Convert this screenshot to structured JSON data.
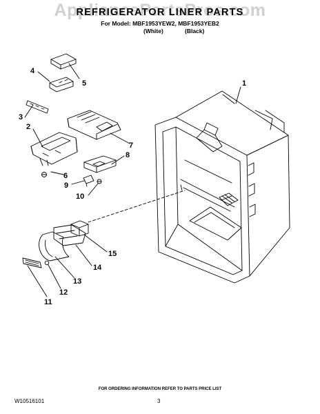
{
  "header": {
    "watermark": "AppliancePartsPros.com",
    "title": "REFRIGERATOR LINER PARTS",
    "model_line": "For Model: MBF1953YEW2, MBF1953YEB2",
    "variant_white": "(White)",
    "variant_black": "(Black)"
  },
  "callouts": [
    {
      "id": "1",
      "label": "1"
    },
    {
      "id": "2",
      "label": "2"
    },
    {
      "id": "3",
      "label": "3"
    },
    {
      "id": "4",
      "label": "4"
    },
    {
      "id": "5",
      "label": "5"
    },
    {
      "id": "6",
      "label": "6"
    },
    {
      "id": "7",
      "label": "7"
    },
    {
      "id": "8",
      "label": "8"
    },
    {
      "id": "9",
      "label": "9"
    },
    {
      "id": "10",
      "label": "10"
    },
    {
      "id": "11",
      "label": "11"
    },
    {
      "id": "12",
      "label": "12"
    },
    {
      "id": "13",
      "label": "13"
    },
    {
      "id": "14",
      "label": "14"
    },
    {
      "id": "15",
      "label": "15"
    }
  ],
  "footer": {
    "note": "FOR ORDERING INFORMATION REFER TO PARTS PRICE LIST",
    "doc_number": "W10516101",
    "page_number": "3"
  }
}
